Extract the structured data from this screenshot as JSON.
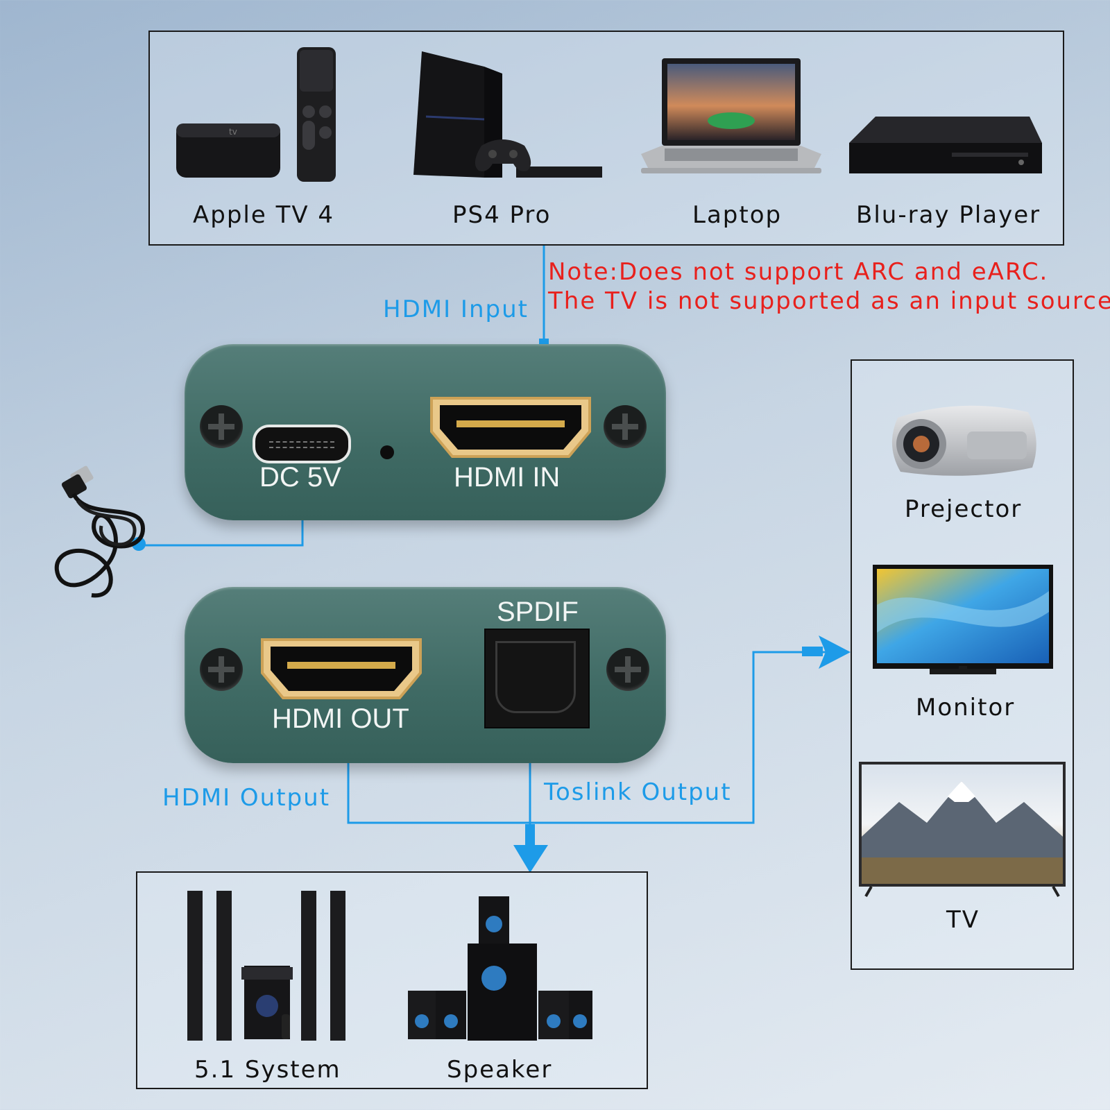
{
  "sources": {
    "items": [
      {
        "label": "Apple TV 4",
        "icon": "apple-tv-icon"
      },
      {
        "label": "PS4 Pro",
        "icon": "ps4-icon"
      },
      {
        "label": "Laptop",
        "icon": "laptop-icon"
      },
      {
        "label": "Blu-ray Player",
        "icon": "bluray-icon"
      }
    ]
  },
  "note": {
    "line1": "Note:Does not support ARC and eARC.",
    "line2": "The TV is not supported as an input source."
  },
  "flow_labels": {
    "hdmi_input": "HDMI Input",
    "hdmi_output": "HDMI Output",
    "toslink_output": "Toslink Output"
  },
  "device_front": {
    "dc_label": "DC 5V",
    "hdmi_in_label": "HDMI IN"
  },
  "device_back": {
    "spdif_label": "SPDIF",
    "hdmi_out_label": "HDMI OUT"
  },
  "displays": {
    "items": [
      {
        "label": "Prejector",
        "icon": "projector-icon"
      },
      {
        "label": "Monitor",
        "icon": "monitor-icon"
      },
      {
        "label": "TV",
        "icon": "tv-icon"
      }
    ]
  },
  "audio": {
    "items": [
      {
        "label": "5.1 System",
        "icon": "surround-system-icon"
      },
      {
        "label": "Speaker",
        "icon": "speaker-icon"
      }
    ]
  },
  "colors": {
    "accent_blue": "#1d9be8",
    "note_red": "#e8201c",
    "device_green": "#4a756f"
  }
}
